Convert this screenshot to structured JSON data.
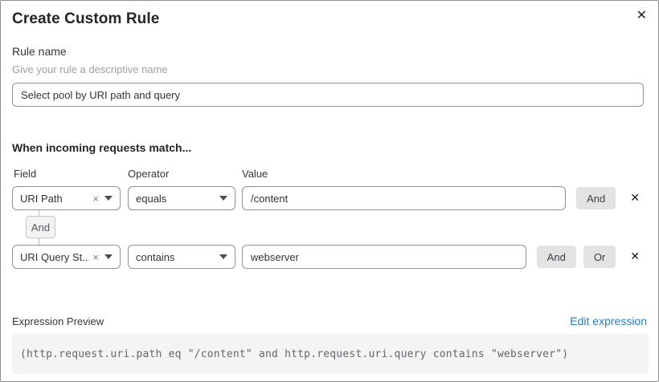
{
  "modal": {
    "title": "Create Custom Rule"
  },
  "icons": {
    "close": "✕",
    "clear": "×",
    "remove": "✕"
  },
  "rule_name": {
    "label": "Rule name",
    "hint": "Give your rule a descriptive name",
    "value": "Select pool by URI path and query"
  },
  "matcher": {
    "heading": "When incoming requests match...",
    "columns": {
      "field": "Field",
      "operator": "Operator",
      "value": "Value"
    },
    "connector_label": "And",
    "conditions": [
      {
        "field": "URI Path",
        "operator": "equals",
        "value": "/content",
        "and_label": "And"
      },
      {
        "field": "URI Query St...",
        "operator": "contains",
        "value": "webserver",
        "and_label": "And",
        "or_label": "Or"
      }
    ]
  },
  "expression": {
    "label": "Expression Preview",
    "edit_link": "Edit expression",
    "code": "(http.request.uri.path eq \"/content\" and http.request.uri.query contains \"webserver\")"
  },
  "colors": {
    "link_blue": "#2a7cba",
    "button_gray": "#e3e3e4",
    "border_gray": "#8f9296",
    "code_bg": "#f4f4f5"
  }
}
